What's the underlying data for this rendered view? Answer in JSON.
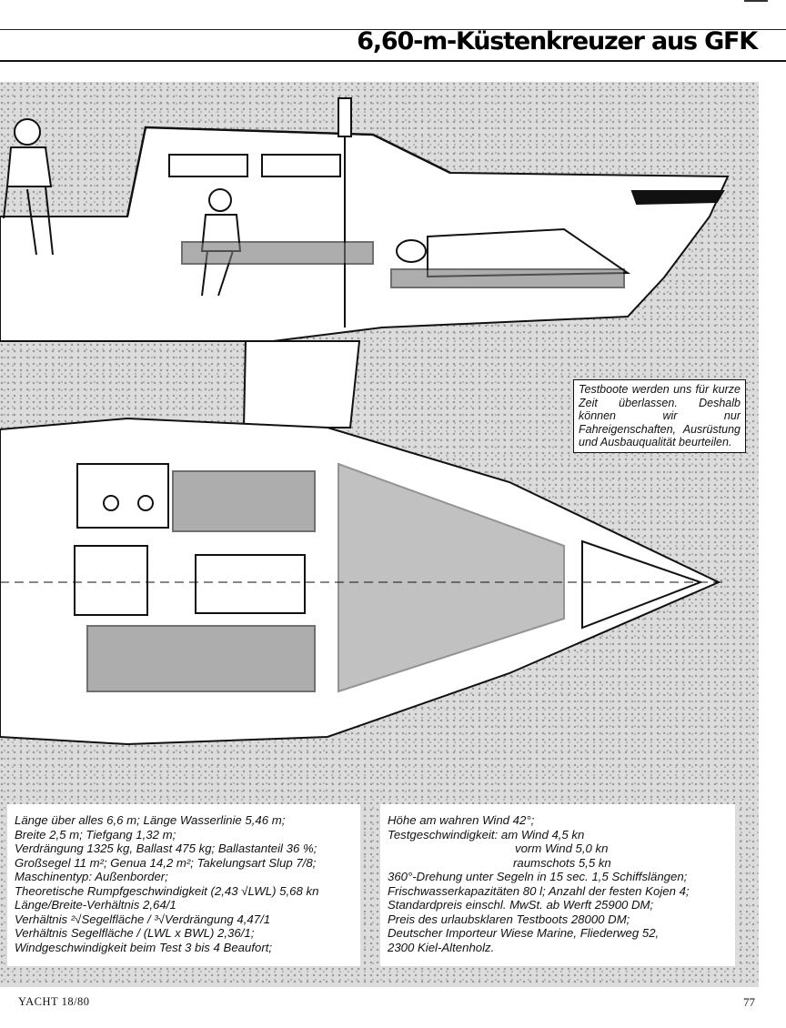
{
  "header": {
    "title": "6,60-m-Küstenkreuzer aus GFK"
  },
  "notice": {
    "text": "Testboote werden uns für kurze Zeit überlassen. Deshalb können wir nur Fahreigenschaften, Ausrüstung und Ausbauqualität beurteilen."
  },
  "specs_left": [
    "Länge über alles 6,6 m; Länge Wasserlinie 5,46 m;",
    "Breite 2,5 m; Tiefgang 1,32 m;",
    "Verdrängung 1325 kg, Ballast 475 kg; Ballastanteil 36 %;",
    "Großsegel 11 m²; Genua 14,2 m²; Takelungsart Slup 7/8;",
    "Maschinentyp: Außenborder;",
    "Theoretische Rumpfgeschwindigkeit (2,43 √LWL) 5,68 kn",
    "Länge/Breite-Verhältnis 2,64/1",
    "Verhältnis ²√Segelfläche / ³√Verdrängung 4,47/1",
    "Verhältnis Segelfläche / (LWL x BWL) 2,36/1;",
    "Windgeschwindigkeit beim Test 3 bis 4 Beaufort;"
  ],
  "specs_right": {
    "line1": "Höhe am wahren Wind 42°;",
    "line2": "Testgeschwindigkeit: am Wind 4,5 kn",
    "line3": "vorm Wind 5,0 kn",
    "line4": "raumschots 5,5 kn",
    "line5": "360°-Drehung unter Segeln in 15 sec. 1,5 Schiffslängen;",
    "line6": "Frischwasserkapazitäten 80 l; Anzahl der festen Kojen 4;",
    "line7": "Standardpreis einschl. MwSt. ab Werft 25900 DM;",
    "line8": "Preis des urlaubsklaren Testboots 28000 DM;",
    "line9": "Deutscher Importeur Wiese Marine, Fliederweg 52,",
    "line10": "2300 Kiel-Altenholz."
  },
  "footer": {
    "magazine": "YACHT 18/80",
    "page_number": "77"
  },
  "colors": {
    "ink": "#111111",
    "paper": "#ffffff",
    "hatch": "#dcdcdc"
  }
}
